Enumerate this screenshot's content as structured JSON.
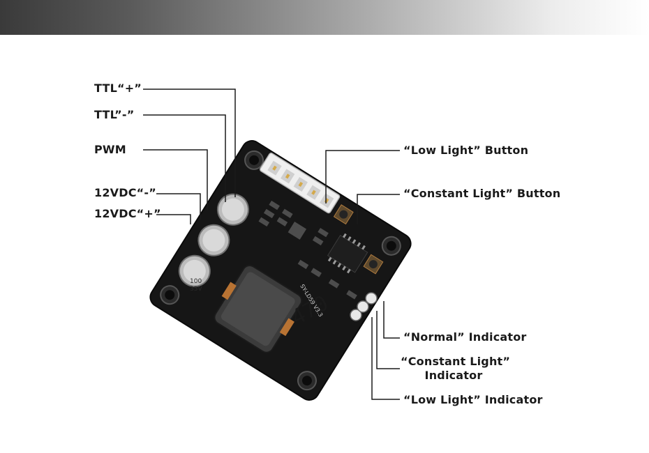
{
  "labels": {
    "ttl_plus": "TTL“+”",
    "ttl_minus": "TTL”-”",
    "pwm": "PWM",
    "vdc_minus": "12VDC“-”",
    "vdc_plus": "12VDC“+”",
    "low_light_button": "“Low Light” Button",
    "constant_light_button": "“Constant Light” Button",
    "normal_indicator": "“Normal” Indicator",
    "constant_light_indicator_line1": "“Constant Light”",
    "constant_light_indicator_line2": "Indicator",
    "low_light_indicator": "“Low Light” Indicator"
  },
  "board": {
    "inductor_marking": "470",
    "capacitor_marking_1": "100",
    "capacitor_marking_2": "35V",
    "model_marking": "SY-LD59 V3.3"
  }
}
